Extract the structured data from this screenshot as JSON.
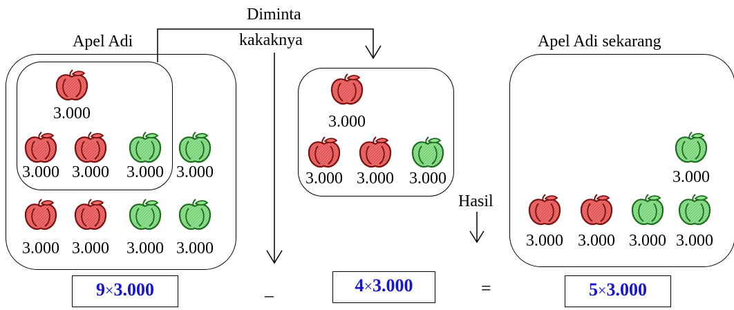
{
  "labels": {
    "left_title": "Apel Adi",
    "request_line1": "Diminta",
    "request_line2": "kakaknya",
    "right_title": "Apel Adi sekarang",
    "result": "Hasil"
  },
  "price": "3.000",
  "colors": {
    "red_apple": "#f06a6a",
    "green_apple": "#8fe38f",
    "formula_text": "#1515d6"
  },
  "groups": {
    "left": [
      "red",
      "red",
      "red",
      "green",
      "green",
      "red",
      "red",
      "green",
      "green"
    ],
    "middle": [
      "red",
      "red",
      "red",
      "green"
    ],
    "right": [
      "green",
      "red",
      "red",
      "green",
      "green"
    ]
  },
  "formulas": {
    "left": {
      "count": "9",
      "times": "×",
      "price": "3.000"
    },
    "middle": {
      "count": "4",
      "times": "×",
      "price": "3.000"
    },
    "right": {
      "count": "5",
      "times": "×",
      "price": "3.000"
    }
  },
  "operators": {
    "minus": "–",
    "equals": "="
  }
}
